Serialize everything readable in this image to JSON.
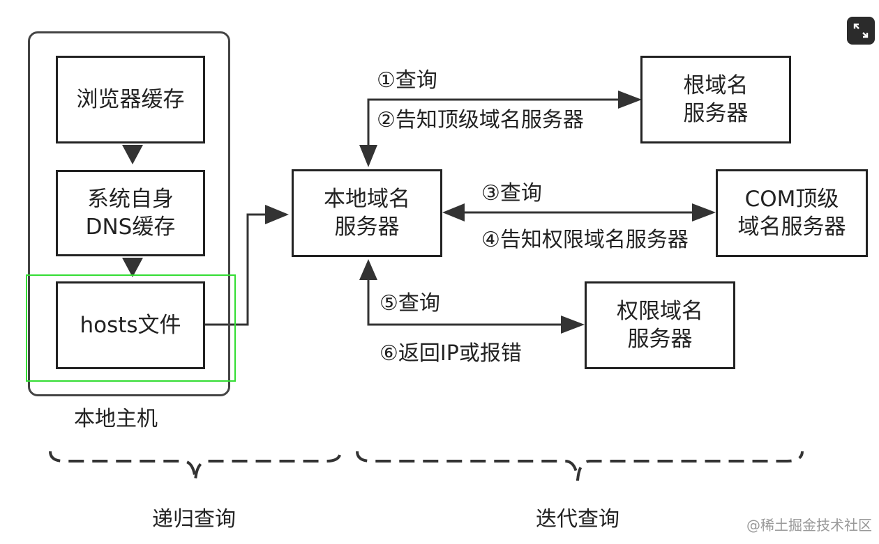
{
  "local_host": {
    "label": "本地主机",
    "browser_cache": "浏览器缓存",
    "system_dns_cache": "系统自身\nDNS缓存",
    "hosts_file": "hosts文件"
  },
  "servers": {
    "local_dns": "本地域名\n服务器",
    "root": "根域名\n服务器",
    "com_tld": "COM顶级\n域名服务器",
    "authoritative": "权限域名\n服务器"
  },
  "steps": {
    "s1": "①查询",
    "s2": "②告知顶级域名服务器",
    "s3": "③查询",
    "s4": "④告知权限域名服务器",
    "s5": "⑤查询",
    "s6": "⑥返回IP或报错"
  },
  "query_types": {
    "recursive": "递归查询",
    "iterative": "迭代查询"
  },
  "watermark": "@稀土掘金技术社区",
  "colors": {
    "stroke": "#222222",
    "highlight": "#33dd33"
  },
  "icons": {
    "expand": "expand-icon"
  }
}
